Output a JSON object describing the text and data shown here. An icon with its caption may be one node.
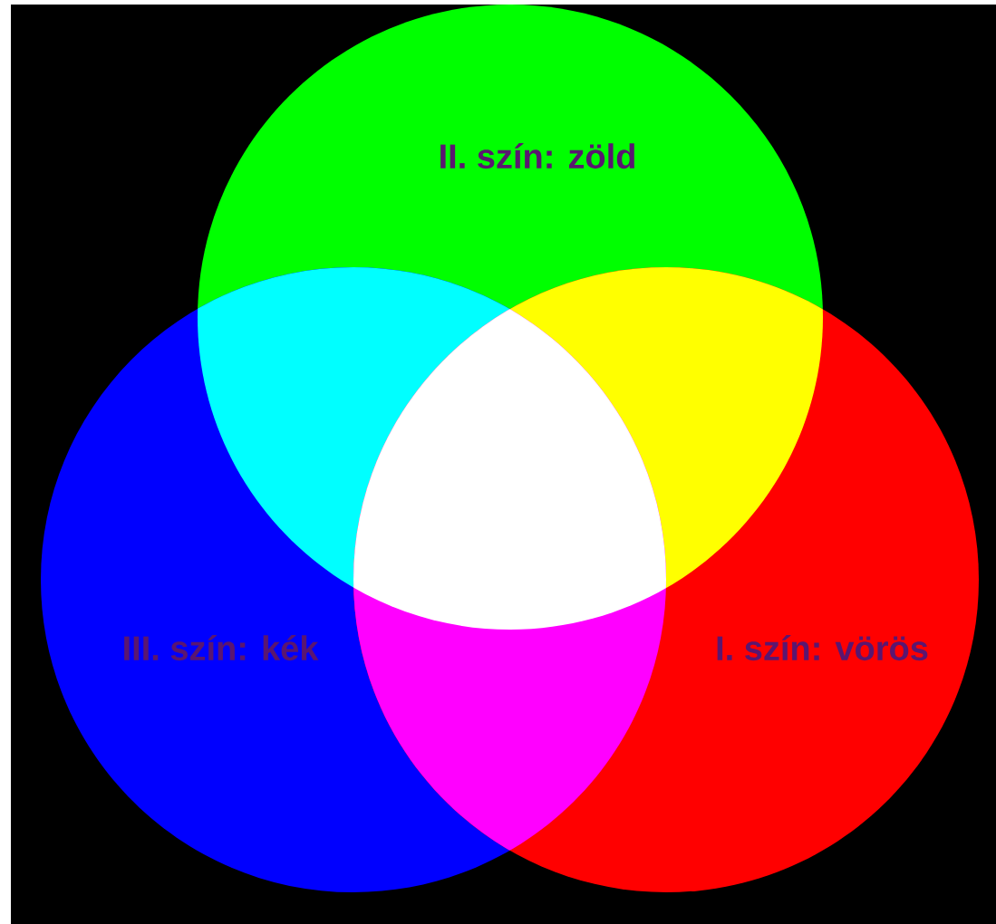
{
  "diagram": {
    "nodes": [
      {
        "text": [
          "II. szín: zöld"
        ]
      },
      {
        "text": [
          "III. szín: kék"
        ]
      },
      {
        "text": [
          "I. szín: vörös"
        ]
      }
    ]
  }
}
